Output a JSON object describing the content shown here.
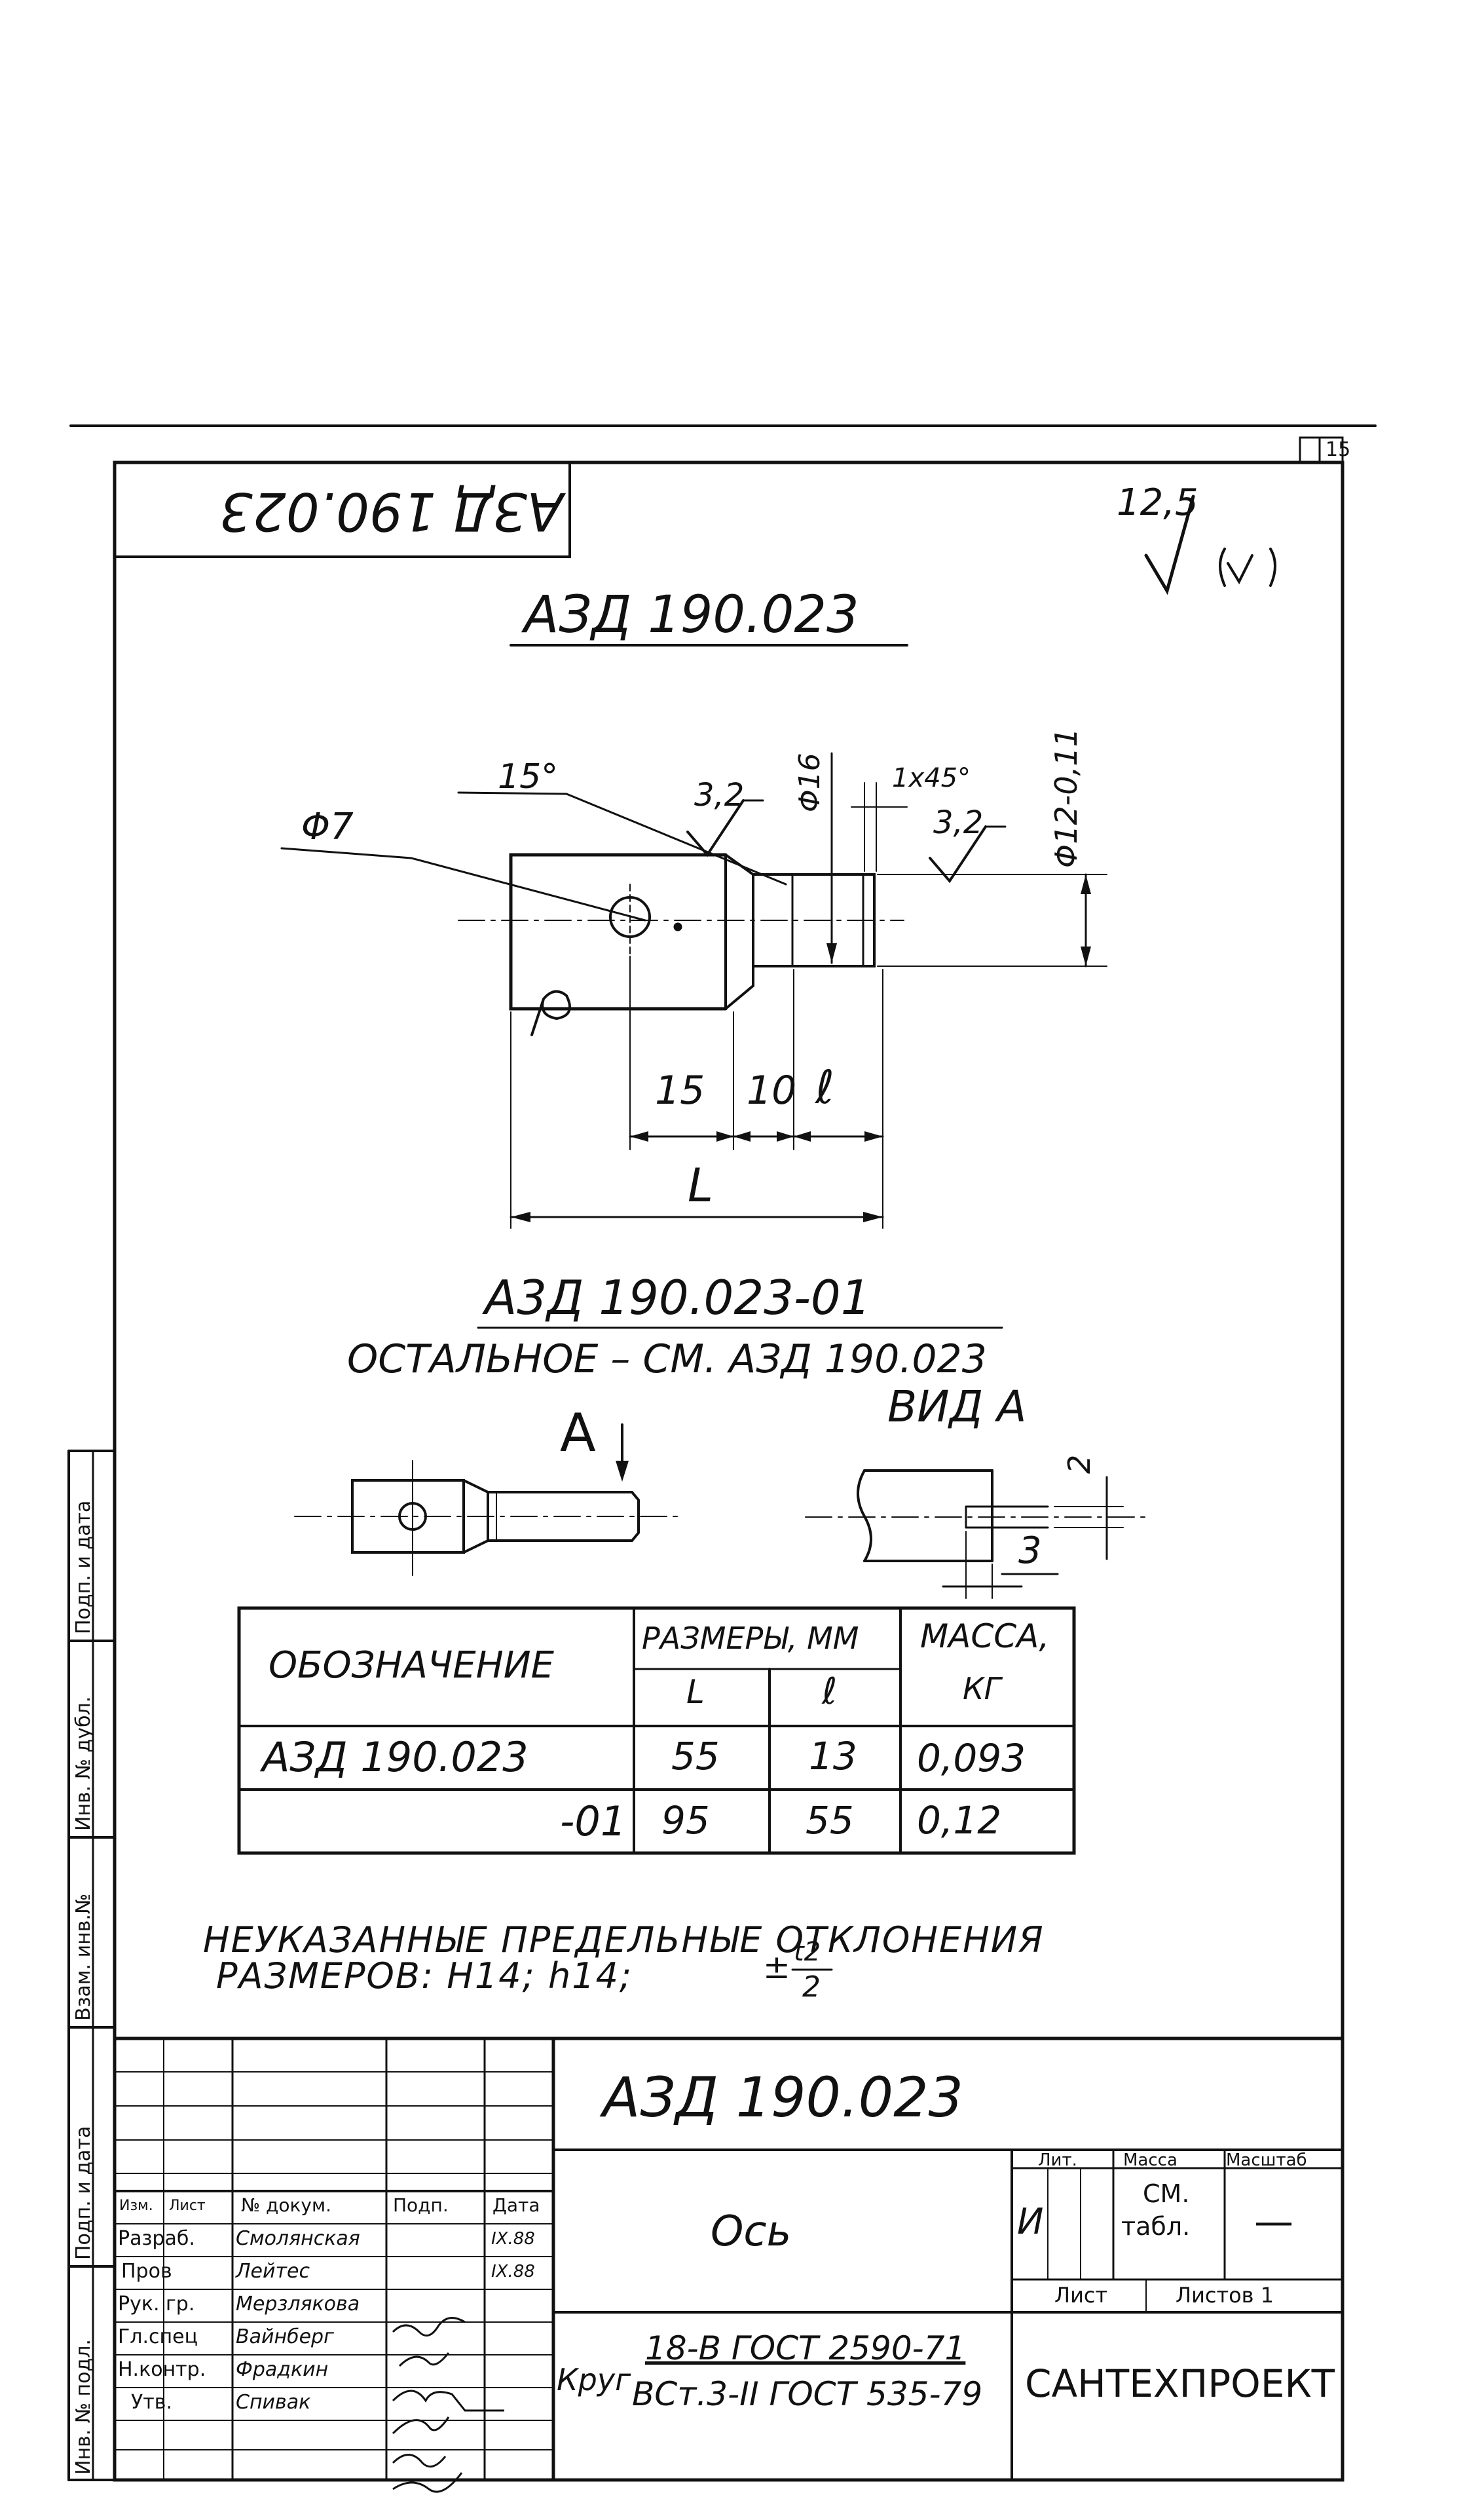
{
  "sheet_corner": "15",
  "stamp_code_inverted": "АЗД 190.023",
  "roughness_general": "12,5",
  "roughness_paren": "(√)",
  "main_title": "АЗД 190.023",
  "dims": {
    "angle": "15°",
    "phi7": "Φ7",
    "rough1": "3,2",
    "phi16": "Φ16",
    "chamfer": "1x45°",
    "rough2": "3,2",
    "phi12": "Φ12-0,11",
    "d15": "15",
    "d10": "10",
    "dl": "ℓ",
    "dL": "L",
    "view2": "2",
    "view3": "3"
  },
  "variant_title": "А3Д 190.023-01",
  "variant_note": "ОСТАЛЬНОЕ  – СМ.  АЗД 190.023",
  "view_arrow": "А",
  "view_label": "ВИД А",
  "table": {
    "h_designation": "ОБОЗНАЧЕНИЕ",
    "h_sizes": "РАЗМЕРЫ, ММ",
    "h_L": "L",
    "h_l": "ℓ",
    "h_mass1": "МАССА,",
    "h_mass2": "КГ",
    "rows": [
      {
        "designation": "АЗД 190.023",
        "L": "55",
        "l": "13",
        "mass": "0,093"
      },
      {
        "designation": "-01",
        "L": "95",
        "l": "55",
        "mass": "0,12"
      }
    ]
  },
  "tolerance_line1": "НЕУКАЗАННЫЕ  ПРЕДЕЛЬНЫЕ  ОТКЛОНЕНИЯ",
  "tolerance_line2": "РАЗМЕРОВ:  Н14;  h14;",
  "tolerance_pm": "±",
  "tolerance_num": "t2",
  "tolerance_den": "2",
  "side_labels": [
    "Подп. и дата",
    "Инв. № дубл.",
    "Взам. инв.№",
    "Подп. и дата",
    "Инв. № подл."
  ],
  "title_block": {
    "code": "АЗД 190.023",
    "name": "Ось",
    "material_prefix": "Круг",
    "material_top": "18-В ГОСТ 2590-71",
    "material_bottom": "ВСт.3-II ГОСТ 535-79",
    "lit_header": "Лит.",
    "mass_header": "Масса",
    "scale_header": "Масштаб",
    "lit_value": "И",
    "mass_value1": "СМ.",
    "mass_value2": "табл.",
    "scale_value": "—",
    "sheet_label": "Лист",
    "sheets_label": "Листов 1",
    "org": "САНТЕХПРОЕКТ",
    "col_izm": "Изм.",
    "col_list": "Лист",
    "col_doc": "№ докум.",
    "col_sign": "Подп.",
    "col_date": "Дата",
    "staff": [
      {
        "role": "Разраб.",
        "name": "Смолянская",
        "date": "IX.88"
      },
      {
        "role": "Пров",
        "name": "Лейтес",
        "date": "IX.88"
      },
      {
        "role": "Рук. гр.",
        "name": "Мерзлякова",
        "date": ""
      },
      {
        "role": "Гл.спец",
        "name": "Вайнберг",
        "date": ""
      },
      {
        "role": "Н.контр.",
        "name": "Фрадкин",
        "date": ""
      },
      {
        "role": "Утв.",
        "name": "Спивак",
        "date": ""
      }
    ]
  }
}
